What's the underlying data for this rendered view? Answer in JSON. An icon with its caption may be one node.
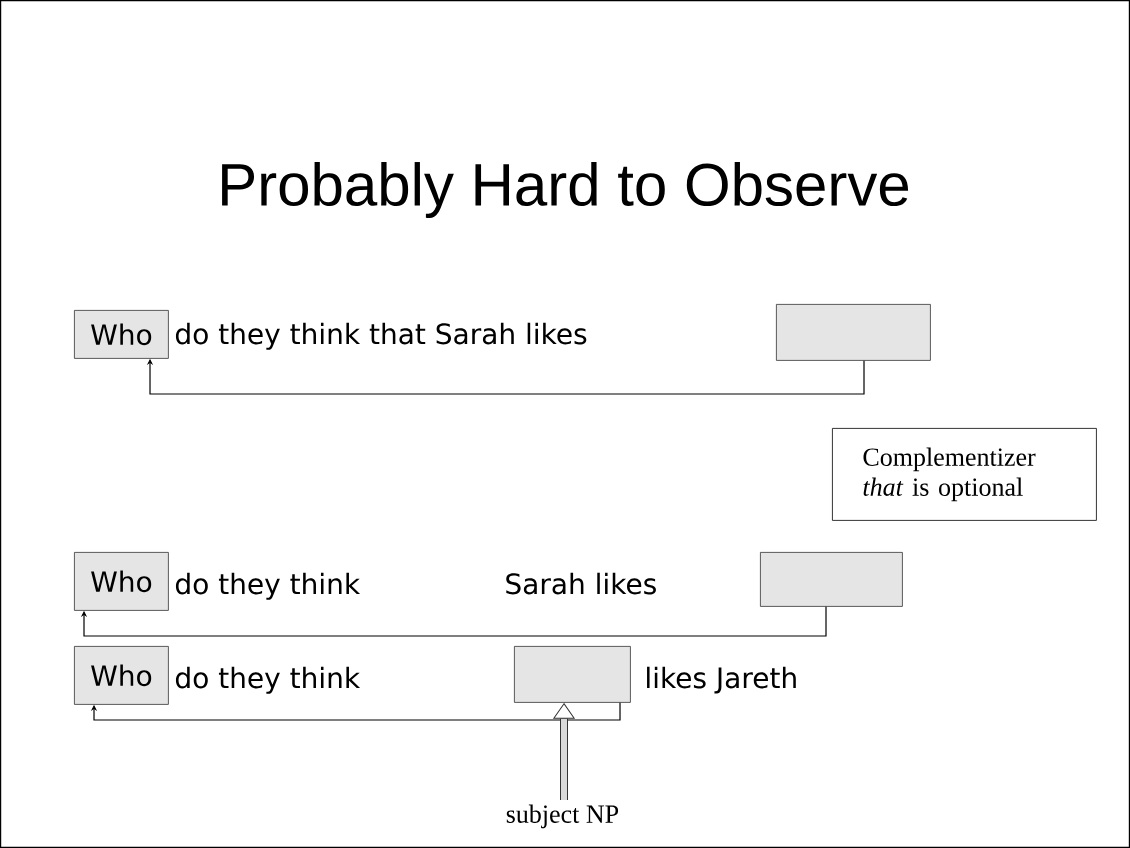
{
  "diagram": {
    "title": "Probably Hard to Observe",
    "nodes": [
      {
        "text": [
          "Who"
        ]
      },
      {
        "text": [],
        "shape": "box"
      },
      {
        "text": [
          "Complementizer *that* is optional"
        ]
      },
      {
        "text": [
          "Who"
        ]
      },
      {
        "text": [],
        "shape": "box"
      },
      {
        "text": [
          "Who"
        ]
      },
      {
        "text": [],
        "shape": "box"
      },
      {
        "text": [
          "subject NP"
        ]
      }
    ],
    "edges": [
      {
        "from": 1,
        "to": 0,
        "arrow": "to"
      },
      {
        "from": 4,
        "to": 3,
        "arrow": "to"
      },
      {
        "from": 6,
        "to": 5,
        "arrow": "to"
      },
      {
        "from": 7,
        "to": 6,
        "arrow": "to",
        "style": "thick"
      }
    ],
    "labels": [
      "do they think that Sarah likes",
      "do they think",
      "Sarah likes",
      "do they think",
      "likes Jareth"
    ]
  }
}
